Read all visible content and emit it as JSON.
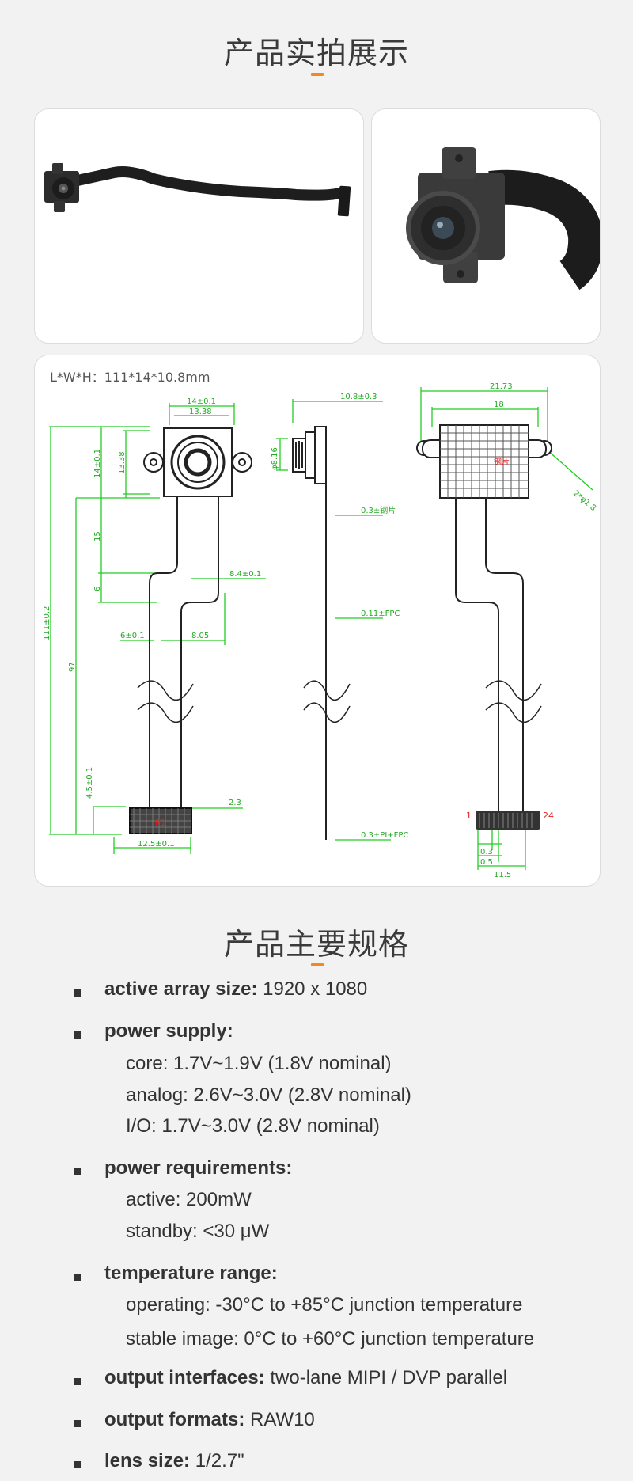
{
  "titles": {
    "photos": "产品实拍展示",
    "specs": "产品主要规格"
  },
  "colors": {
    "accent": "#f18b1e",
    "dimension_lines": "#22cc22",
    "module": "#2a2a2a"
  },
  "drawing": {
    "lwh": "L*W*H：111*14*10.8mm",
    "dims": {
      "d_14": "14±0.1",
      "d_13_38_top": "13.38",
      "d_14_side": "14±0.1",
      "d_13_38_side": "13.38",
      "d_15": "15",
      "d_6": "6",
      "d_8_4": "8.4±0.1",
      "d_111": "111±0.2",
      "d_97": "97",
      "d_6_1": "6±0.1",
      "d_8_05": "8.05",
      "d_4_5": "4.5±0.1",
      "d_2_3": "2.3",
      "d_12_5": "12.5±0.1",
      "p1": "P1",
      "d_10_8": "10.8±0.3",
      "d_8_16": "φ8.16",
      "d_0_3_steel": "0.3±钢片",
      "d_0_11": "0.11±FPC",
      "d_0_3_pi": "0.3±PI+FPC",
      "d_21_73": "21.73",
      "d_18": "18",
      "steel": "钢片",
      "d_2_1_8": "2*φ1.8",
      "pin1": "1",
      "pin24": "24",
      "d_0_3": "0.3",
      "d_0_5": "0.5",
      "d_11_5": "11.5"
    }
  },
  "specs": [
    {
      "label": "active array size:",
      "value": " 1920 x 1080",
      "subs": []
    },
    {
      "label": "power supply:",
      "value": "",
      "subs": [
        "core: 1.7V~1.9V (1.8V nominal)",
        "analog: 2.6V~3.0V (2.8V nominal)",
        "I/O: 1.7V~3.0V (2.8V nominal)"
      ]
    },
    {
      "label": "power requirements:",
      "value": "",
      "subs": [
        "active: 200mW",
        "standby: <30 μW"
      ]
    },
    {
      "label": "temperature range:",
      "value": "",
      "subs": [
        "operating: -30°C to +85°C junction temperature",
        "stable image: 0°C to +60°C junction temperature"
      ]
    },
    {
      "label": "output interfaces:",
      "value": " two-lane MIPI / DVP parallel",
      "subs": []
    },
    {
      "label": "output formats:",
      "value": " RAW10",
      "subs": []
    },
    {
      "label": "lens size:",
      "value": " 1/2.7\"",
      "subs": []
    }
  ]
}
